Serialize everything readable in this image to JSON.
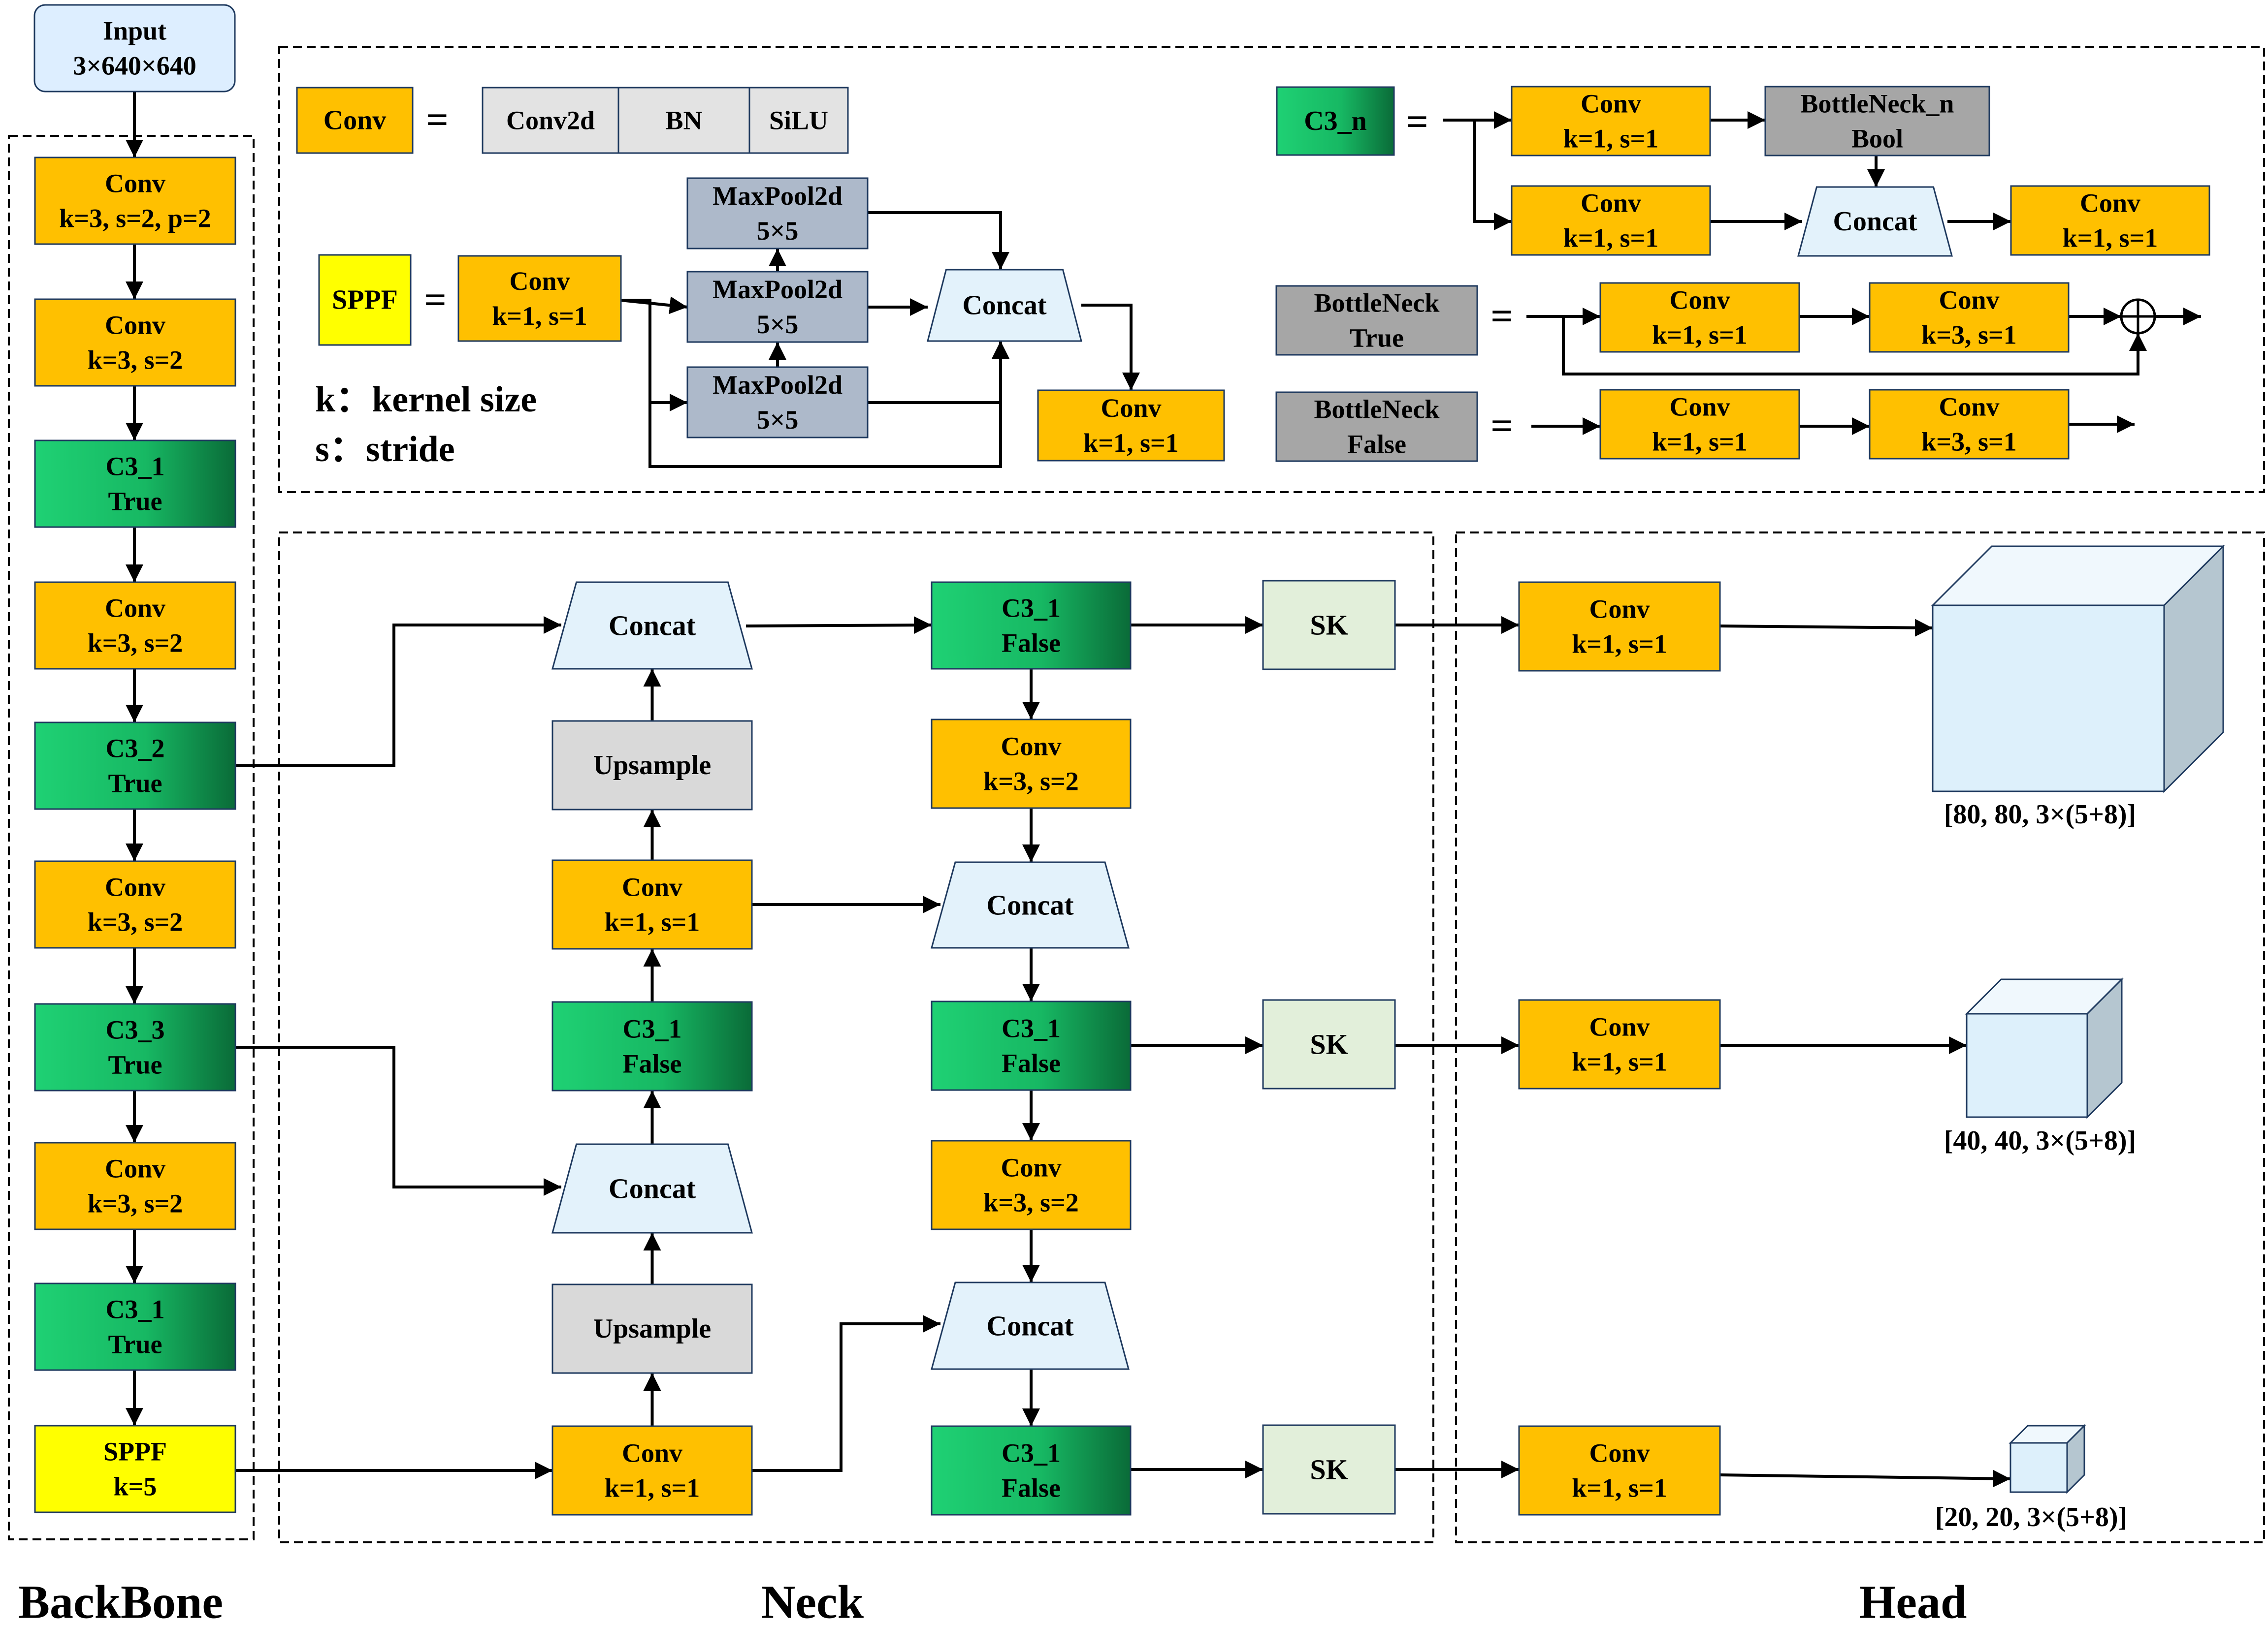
{
  "sections": {
    "backbone": "BackBone",
    "neck": "Neck",
    "head": "Head"
  },
  "legend": {
    "conv_def": {
      "label": "Conv",
      "equals": "=",
      "parts": [
        "Conv2d",
        "BN",
        "SiLU"
      ]
    },
    "sppf_def": {
      "label": "SPPF",
      "equals": "=",
      "conv": [
        "Conv",
        "k=1, s=1"
      ],
      "pools": [
        [
          "MaxPool2d",
          "5×5"
        ],
        [
          "MaxPool2d",
          "5×5"
        ],
        [
          "MaxPool2d",
          "5×5"
        ]
      ],
      "concat": "Concat",
      "out_conv": [
        "Conv",
        "k=1, s=1"
      ]
    },
    "notes": [
      "k：kernel size",
      "s：stride"
    ],
    "c3n_def": {
      "label": "C3_n",
      "equals": "=",
      "conv_top": [
        "Conv",
        "k=1, s=1"
      ],
      "bottleneck": [
        "BottleNeck_n",
        "Bool"
      ],
      "conv_bottom": [
        "Conv",
        "k=1, s=1"
      ],
      "concat": "Concat",
      "conv_out": [
        "Conv",
        "k=1, s=1"
      ]
    },
    "bn_true_def": {
      "label": [
        "BottleNeck",
        "True"
      ],
      "equals": "=",
      "conv1": [
        "Conv",
        "k=1, s=1"
      ],
      "conv2": [
        "Conv",
        "k=3, s=1"
      ],
      "add_icon": "plus-circle"
    },
    "bn_false_def": {
      "label": [
        "BottleNeck",
        "False"
      ],
      "equals": "=",
      "conv1": [
        "Conv",
        "k=1, s=1"
      ],
      "conv2": [
        "Conv",
        "k=3, s=1"
      ]
    }
  },
  "backbone": {
    "input": [
      "Input",
      "3×640×640"
    ],
    "layers": [
      [
        "Conv",
        "k=3, s=2, p=2"
      ],
      [
        "Conv",
        "k=3, s=2"
      ],
      [
        "C3_1",
        "True"
      ],
      [
        "Conv",
        "k=3, s=2"
      ],
      [
        "C3_2",
        "True"
      ],
      [
        "Conv",
        "k=3, s=2"
      ],
      [
        "C3_3",
        "True"
      ],
      [
        "Conv",
        "k=3, s=2"
      ],
      [
        "C3_1",
        "True"
      ],
      [
        "SPPF",
        "k=5"
      ]
    ]
  },
  "neck": {
    "col1": {
      "concat_top": "Concat",
      "upsample_top": "Upsample",
      "conv_mid": [
        "Conv",
        "k=1, s=1"
      ],
      "c3_mid": [
        "C3_1",
        "False"
      ],
      "concat_mid": "Concat",
      "upsample_bottom": "Upsample",
      "conv_bottom": [
        "Conv",
        "k=1, s=1"
      ]
    },
    "col2": {
      "c3_top": [
        "C3_1",
        "False"
      ],
      "conv_top": [
        "Conv",
        "k=3, s=2"
      ],
      "concat_mid": "Concat",
      "c3_mid": [
        "C3_1",
        "False"
      ],
      "conv_mid": [
        "Conv",
        "k=3, s=2"
      ],
      "concat_bottom": "Concat",
      "c3_bottom": [
        "C3_1",
        "False"
      ]
    },
    "sk": [
      "SK",
      "SK",
      "SK"
    ]
  },
  "head": {
    "convs": [
      [
        "Conv",
        "k=1, s=1"
      ],
      [
        "Conv",
        "k=1, s=1"
      ],
      [
        "Conv",
        "k=1, s=1"
      ]
    ],
    "outputs": [
      "[80, 80, 3×(5+8)]",
      "[40, 40, 3×(5+8)]",
      "[20, 20, 3×(5+8)]"
    ]
  },
  "colors": {
    "conv": "#ffc000",
    "c3_start": "#1fd174",
    "c3_end": "#0a6b38",
    "sppf": "#ffff00",
    "pool": "#adb9ca",
    "concat": "#e3f2fb",
    "upsample": "#d9d9d9",
    "sk": "#e2efda",
    "bottleneck": "#a6a6a6",
    "input": "#ddeeff",
    "cube_front": "#ddf0fb",
    "cube_top": "#f0f8fd",
    "cube_side": "#b5c6d0"
  }
}
